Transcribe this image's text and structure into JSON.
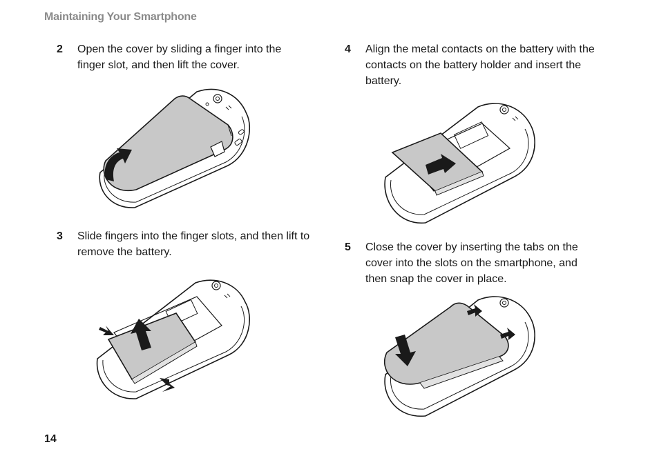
{
  "header": {
    "title": "Maintaining Your Smartphone"
  },
  "steps": [
    {
      "number": "2",
      "text": "Open the cover by sliding a finger into the finger slot, and then lift the cover."
    },
    {
      "number": "3",
      "text": "Slide fingers into the finger slots, and then lift to remove the battery."
    },
    {
      "number": "4",
      "text": "Align the metal contacts on the battery with the contacts on the battery holder and insert the battery."
    },
    {
      "number": "5",
      "text": "Close the cover by inserting the tabs on the cover into the slots on the smartphone, and then snap the cover in place."
    }
  ],
  "figures": [
    {
      "name": "open-cover-illustration"
    },
    {
      "name": "remove-battery-illustration"
    },
    {
      "name": "insert-battery-illustration"
    },
    {
      "name": "close-cover-illustration"
    }
  ],
  "colors": {
    "header_gray": "#8a8a8a",
    "battery_fill": "#c8c8c8",
    "line": "#1a1a1a"
  },
  "footer": {
    "page_number": "14"
  }
}
